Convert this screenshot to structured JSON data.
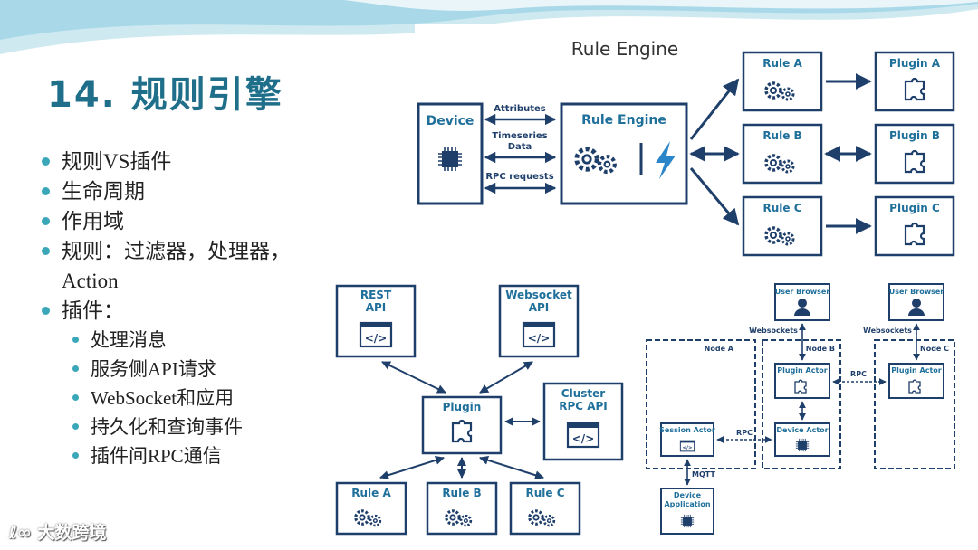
{
  "slide": {
    "title": "14. 规则引擎",
    "bullets": [
      {
        "text": "规则VS插件",
        "level": 1
      },
      {
        "text": "生命周期",
        "level": 1
      },
      {
        "text": "作用域",
        "level": 1
      },
      {
        "text": "规则：过滤器，处理器，",
        "level": 1,
        "cont": "Action"
      },
      {
        "text": "插件：",
        "level": 1
      },
      {
        "text": "处理消息",
        "level": 2
      },
      {
        "text": "服务侧API请求",
        "level": 2
      },
      {
        "text": "WebSocket和应用",
        "level": 2
      },
      {
        "text": "持久化和查询事件",
        "level": 2
      },
      {
        "text": "插件间RPC通信",
        "level": 2
      }
    ],
    "watermark": "大数跨境",
    "accent_color": "#1f6f8b",
    "box_color": "#1f3f6b"
  },
  "diagram1": {
    "title": "Rule Engine",
    "device": "Device",
    "engine": "Rule Engine",
    "arrow_labels": [
      "Attributes",
      "Timeseries",
      "Data",
      "RPC requests"
    ],
    "rules": [
      "Rule A",
      "Rule B",
      "Rule C"
    ],
    "plugins": [
      "Plugin A",
      "Plugin B",
      "Plugin C"
    ]
  },
  "diagram2": {
    "rest": [
      "REST",
      "API"
    ],
    "websocket": [
      "Websocket",
      "API"
    ],
    "plugin": "Plugin",
    "cluster": [
      "Cluster",
      "RPC API"
    ],
    "rules": [
      "Rule A",
      "Rule B",
      "Rule C"
    ]
  },
  "diagram3": {
    "browser": "User Browser",
    "websockets": "Websockets",
    "nodes": [
      "Node A",
      "Node B",
      "Node C"
    ],
    "plugin_actor": "Plugin Actor",
    "device_actor": "Device Actor",
    "session_actor": "Session Actor",
    "rpc": "RPC",
    "mqtt": "MQTT",
    "device_app": [
      "Device",
      "Application"
    ]
  }
}
